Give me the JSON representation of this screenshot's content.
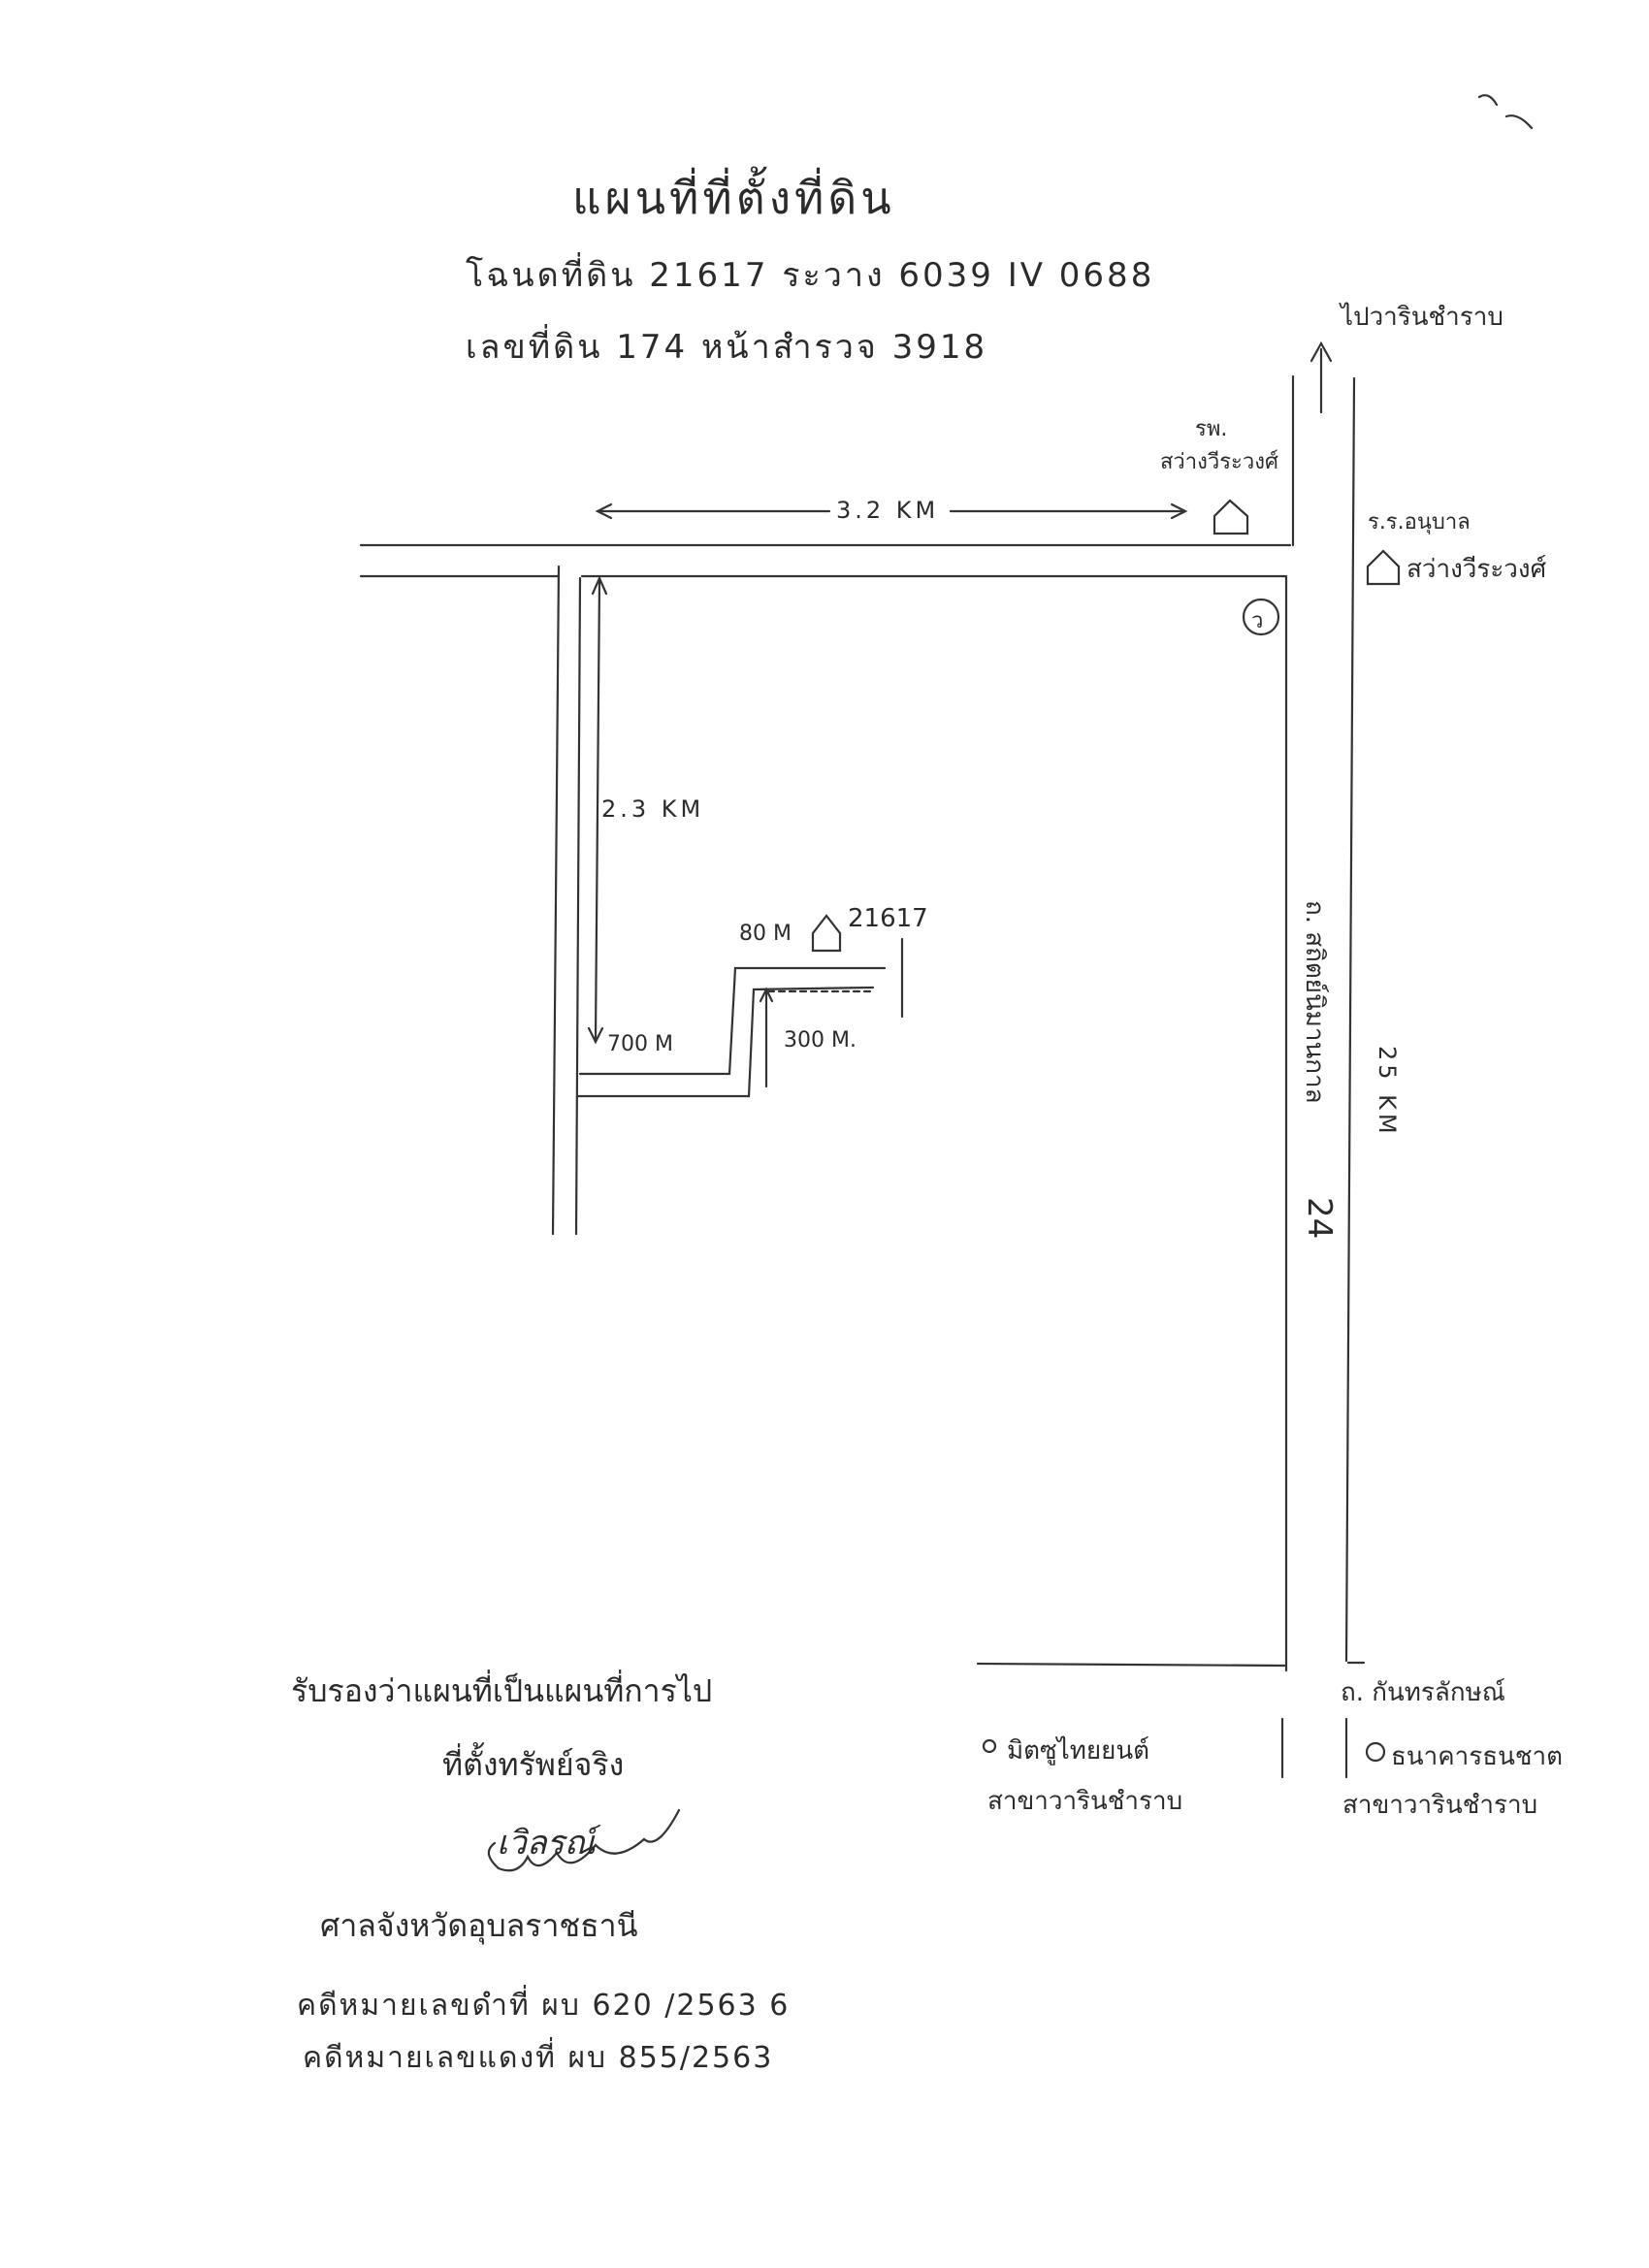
{
  "header": {
    "title": "แผนที่ที่ตั้งที่ดิน",
    "deed_line": "โฉนดที่ดิน  21617   ระวาง  6039 IV 0688",
    "land_line": "เลขที่ดิน  174      หน้าสำรวจ  3918"
  },
  "map": {
    "north_arrow_label": "ไปวารินชำราบ",
    "hospital_abbr": "รพ.",
    "hospital_name": "สว่างวีระวงศ์",
    "school_abbr": "ร.ร.อนุบาล",
    "school_name": "สว่างวีระวงศ์",
    "horizontal_distance": "3.2 KM",
    "vertical_distance": "2.3 KM",
    "segment_700": "700 M",
    "segment_300": "300 M.",
    "segment_80": "80 M",
    "parcel_number": "21617",
    "circle_mark": "ว",
    "main_road_label": "ถ. สถิตย์นิมานกาล",
    "main_road_number": "24",
    "main_road_distance": "25 KM",
    "cross_road_label": "ถ. กันทรลักษณ์",
    "left_bottom_place": "มิตซูไทยยนต์",
    "left_bottom_branch": "สาขาวารินชำราบ",
    "right_bottom_place": "ธนาคารธนชาต",
    "right_bottom_branch": "สาขาวารินชำราบ"
  },
  "certification": {
    "line1": "รับรองว่าแผนที่เป็นแผนที่การไป",
    "line2": "ที่ตั้งทรัพย์จริง",
    "signature": "เวิลรณ์",
    "court": "ศาลจังหวัดอุบลราชธานี",
    "black_case": "คดีหมายเลขดำที่  ผบ  620 /2563 6",
    "red_case": "คดีหมายเลขแดงที่  ผบ  855/2563"
  }
}
